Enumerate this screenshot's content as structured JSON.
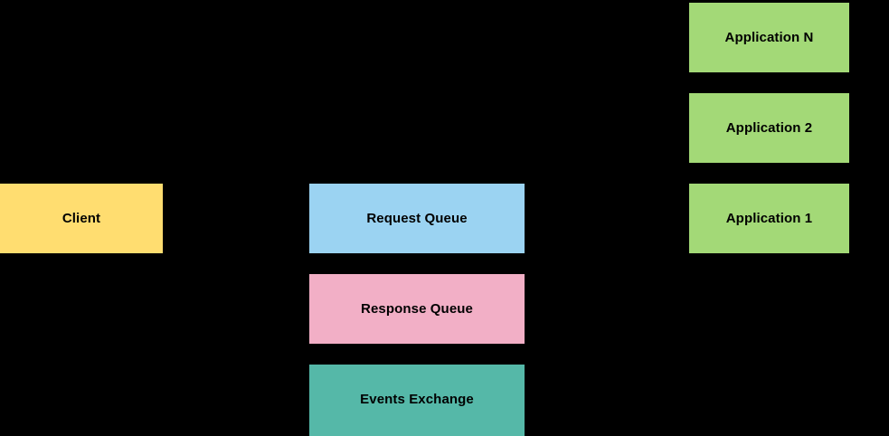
{
  "diagram": {
    "background_color": "#000000",
    "nodes": [
      {
        "id": "client",
        "label": "Client",
        "color": "#ffdd70",
        "role": "client-tier"
      },
      {
        "id": "request-queue",
        "label": "Request Queue",
        "color": "#9bd3f2",
        "role": "messaging-tier"
      },
      {
        "id": "response-queue",
        "label": "Response Queue",
        "color": "#f2afc6",
        "role": "messaging-tier"
      },
      {
        "id": "events-exchange",
        "label": "Events Exchange",
        "color": "#55b8a8",
        "role": "messaging-tier"
      },
      {
        "id": "application-n",
        "label": "Application N",
        "color": "#a3d977",
        "role": "application-tier"
      },
      {
        "id": "application-2",
        "label": "Application 2",
        "color": "#a3d977",
        "role": "application-tier"
      },
      {
        "id": "application-1",
        "label": "Application 1",
        "color": "#a3d977",
        "role": "application-tier"
      }
    ]
  }
}
